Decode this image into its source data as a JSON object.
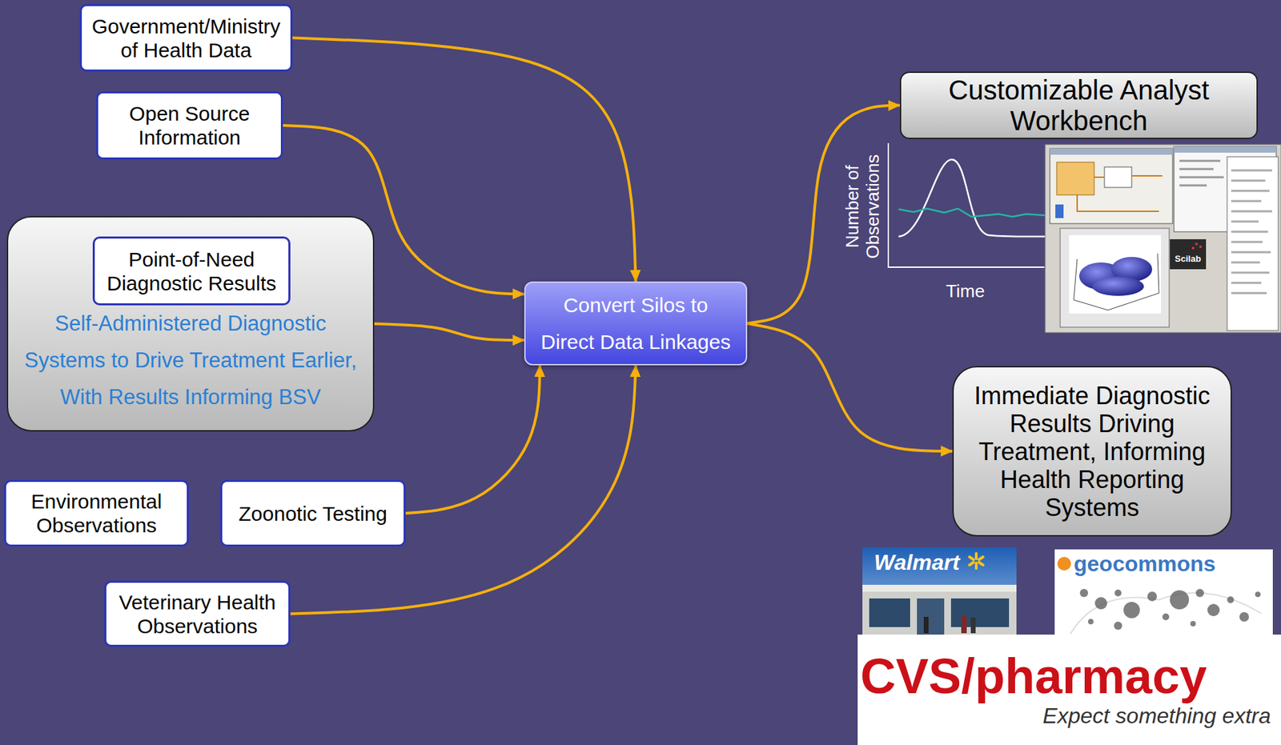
{
  "diagram": {
    "nodes": [
      {
        "text": [
          "Government/Ministry of Health Data"
        ]
      },
      {
        "text": [
          "Open Source Information"
        ]
      },
      {
        "text": [
          "Self-Administered Diagnostic Systems to Drive Treatment Earlier, With Results Informing BSV"
        ]
      },
      {
        "text": [
          "Point-of-Need Diagnostic Results"
        ],
        "in": 2
      },
      {
        "text": [
          "Convert Silos to Direct Data Linkages"
        ]
      },
      {
        "text": [
          "Environmental Observations"
        ]
      },
      {
        "text": [
          "Zoonotic Testing"
        ]
      },
      {
        "text": [
          "Veterinary Health Observations"
        ]
      },
      {
        "text": [
          "Customizable Analyst Workbench"
        ]
      },
      {
        "text": [
          "Immediate Diagnostic Results Driving Treatment, Informing Health Reporting Systems"
        ]
      }
    ],
    "edges": [
      {
        "from": 0,
        "to": 4,
        "arrow": "to"
      },
      {
        "from": 1,
        "to": 4,
        "arrow": "to"
      },
      {
        "from": 2,
        "to": 4,
        "arrow": "to"
      },
      {
        "from": 6,
        "to": 4,
        "arrow": "to"
      },
      {
        "from": 7,
        "to": 4,
        "arrow": "to"
      },
      {
        "from": 4,
        "to": 8,
        "arrow": "to"
      },
      {
        "from": 4,
        "to": 9,
        "arrow": "to"
      }
    ],
    "labels": [
      "Number of Observations",
      "Time",
      "Scilab",
      "Walmart",
      "geocommons",
      "CVS/pharmacy",
      "Expect something extra"
    ]
  }
}
